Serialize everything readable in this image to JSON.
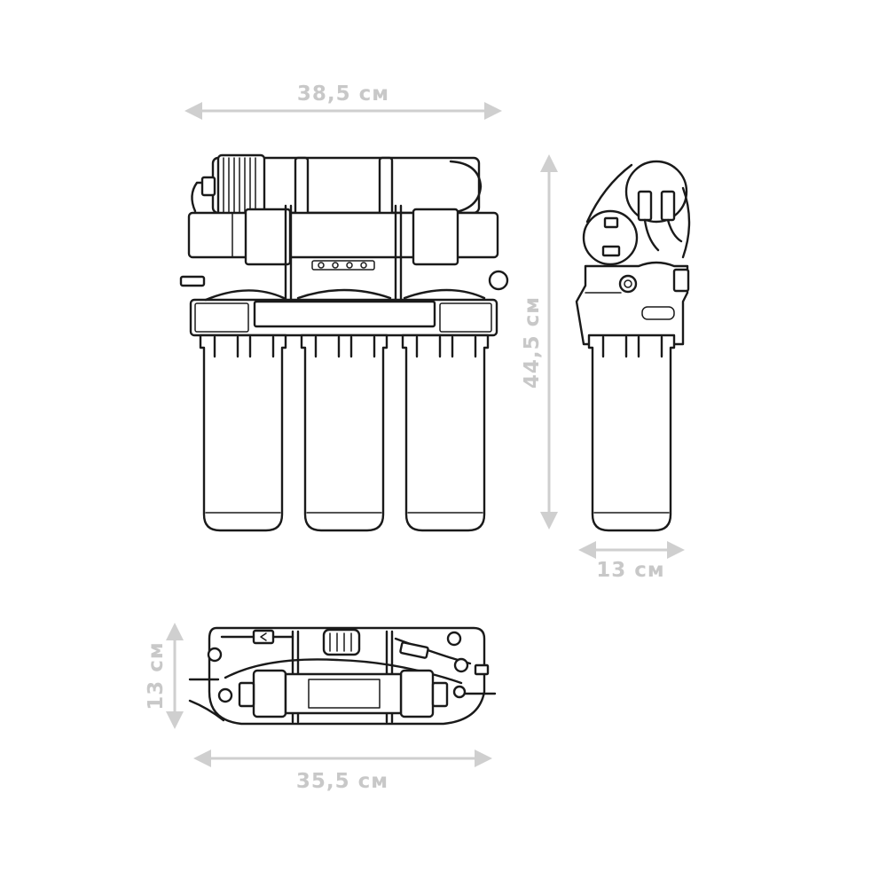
{
  "dimensions": {
    "front_width": "38,5 см",
    "front_height": "44,5 см",
    "side_depth": "13 см",
    "top_depth": "13 см",
    "top_width": "35,5 см"
  },
  "colors": {
    "dimension": "#c8c8c8",
    "line": "#1a1a1a",
    "background": "#ffffff"
  }
}
